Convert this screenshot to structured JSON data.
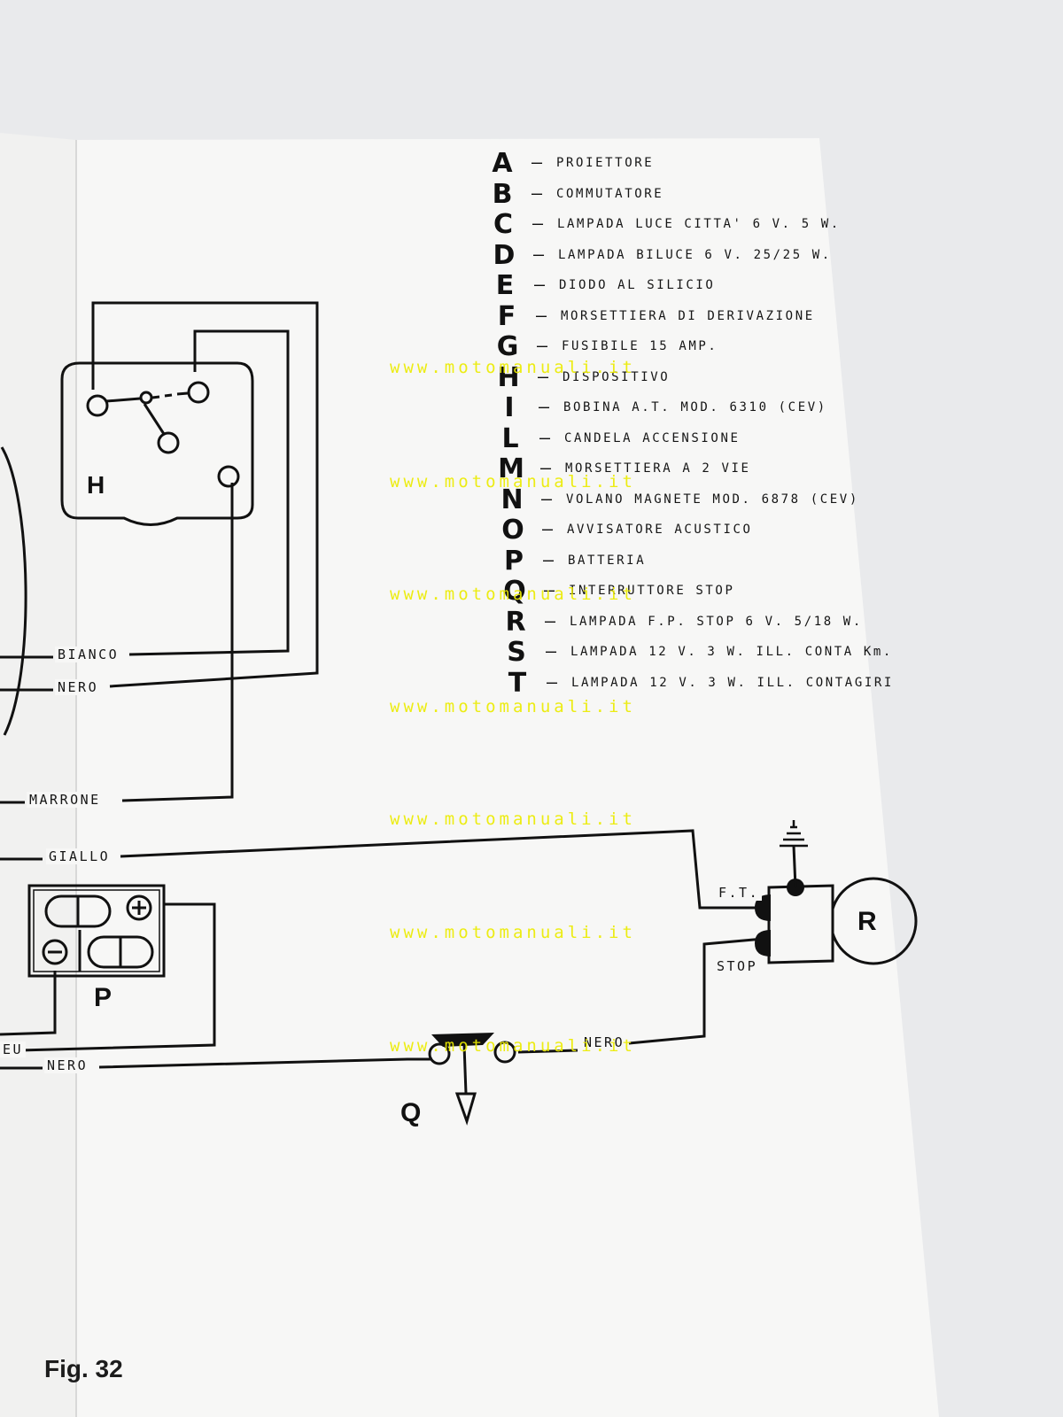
{
  "legend": [
    {
      "letter": "A",
      "text": "PROIETTORE"
    },
    {
      "letter": "B",
      "text": "COMMUTATORE"
    },
    {
      "letter": "C",
      "text": "LAMPADA LUCE CITTA' 6 V. 5 W."
    },
    {
      "letter": "D",
      "text": "LAMPADA BILUCE 6 V. 25/25 W."
    },
    {
      "letter": "E",
      "text": "DIODO AL SILICIO"
    },
    {
      "letter": "F",
      "text": "MORSETTIERA DI DERIVAZIONE"
    },
    {
      "letter": "G",
      "text": "FUSIBILE 15 AMP."
    },
    {
      "letter": "H",
      "text": "DISPOSITIVO"
    },
    {
      "letter": "I",
      "text": "BOBINA A.T. MOD. 6310 (CEV)"
    },
    {
      "letter": "L",
      "text": "CANDELA ACCENSIONE"
    },
    {
      "letter": "M",
      "text": "MORSETTIERA A 2 VIE"
    },
    {
      "letter": "N",
      "text": "VOLANO MAGNETE MOD. 6878 (CEV)"
    },
    {
      "letter": "O",
      "text": "AVVISATORE ACUSTICO"
    },
    {
      "letter": "P",
      "text": "BATTERIA"
    },
    {
      "letter": "Q",
      "text": "INTERRUTTORE STOP"
    },
    {
      "letter": "R",
      "text": "LAMPADA F.P. STOP 6 V. 5/18 W."
    },
    {
      "letter": "S",
      "text": "LAMPADA 12 V. 3 W. ILL. CONTA Km."
    },
    {
      "letter": "T",
      "text": "LAMPADA 12 V. 3 W. ILL. CONTAGIRI"
    }
  ],
  "wires": {
    "bianco": "BIANCO",
    "nero_top": "NERO",
    "marrone": "MARRONE",
    "giallo": "GIALLO",
    "blu_partial": "EU",
    "nero_bottom": "NERO",
    "nero_switch": "NERO",
    "ft": "F.T.",
    "stop": "STOP"
  },
  "components": {
    "h": "H",
    "p": "P",
    "q": "Q",
    "r": "R"
  },
  "watermark": "www.motomanuali.it",
  "figure_caption": "Fig. 32",
  "colors": {
    "paper": "#f7f7f6",
    "background": "#e9eaec",
    "ink": "#111111",
    "watermark": "#ecec00"
  }
}
